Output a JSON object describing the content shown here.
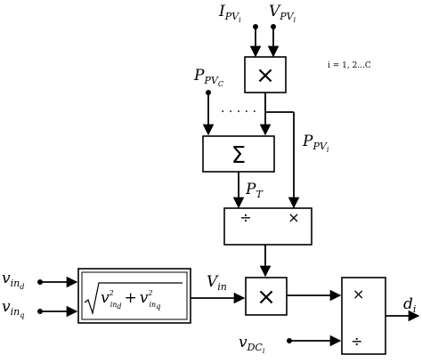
{
  "signals": {
    "i_pv": {
      "main": "I",
      "sub": "PV",
      "subsub": "i"
    },
    "v_pv": {
      "main": "V",
      "sub": "PV",
      "subsub": "i"
    },
    "p_pv_c": {
      "main": "P",
      "sub": "PV",
      "subsub": "C"
    },
    "p_pv_i": {
      "main": "P",
      "sub": "PV",
      "subsub": "i"
    },
    "p_t": {
      "main": "P",
      "sub": "T"
    },
    "v_ind": {
      "main": "v",
      "sub": "in",
      "subsub": "d"
    },
    "v_inq": {
      "main": "v",
      "sub": "in",
      "subsub": "q"
    },
    "v_in": {
      "main": "V",
      "sub": "in"
    },
    "v_dc": {
      "main": "v",
      "sub": "DC",
      "subsub": "i"
    },
    "d_i": {
      "main": "d",
      "sub": "i"
    }
  },
  "blocks": {
    "multiply_top": "×",
    "dots": "· · · · ·",
    "sum": "Σ",
    "divide": {
      "left": "÷",
      "right": "×"
    },
    "magnitude": {
      "lhs": "v",
      "rhs": "v",
      "plus": "+",
      "sq": "2",
      "sub": "in",
      "subd": "d",
      "subq": "q"
    },
    "multiply_mid": "×",
    "final": {
      "top": "×",
      "bottom": "÷"
    }
  },
  "index_note": "i = 1, 2...C"
}
